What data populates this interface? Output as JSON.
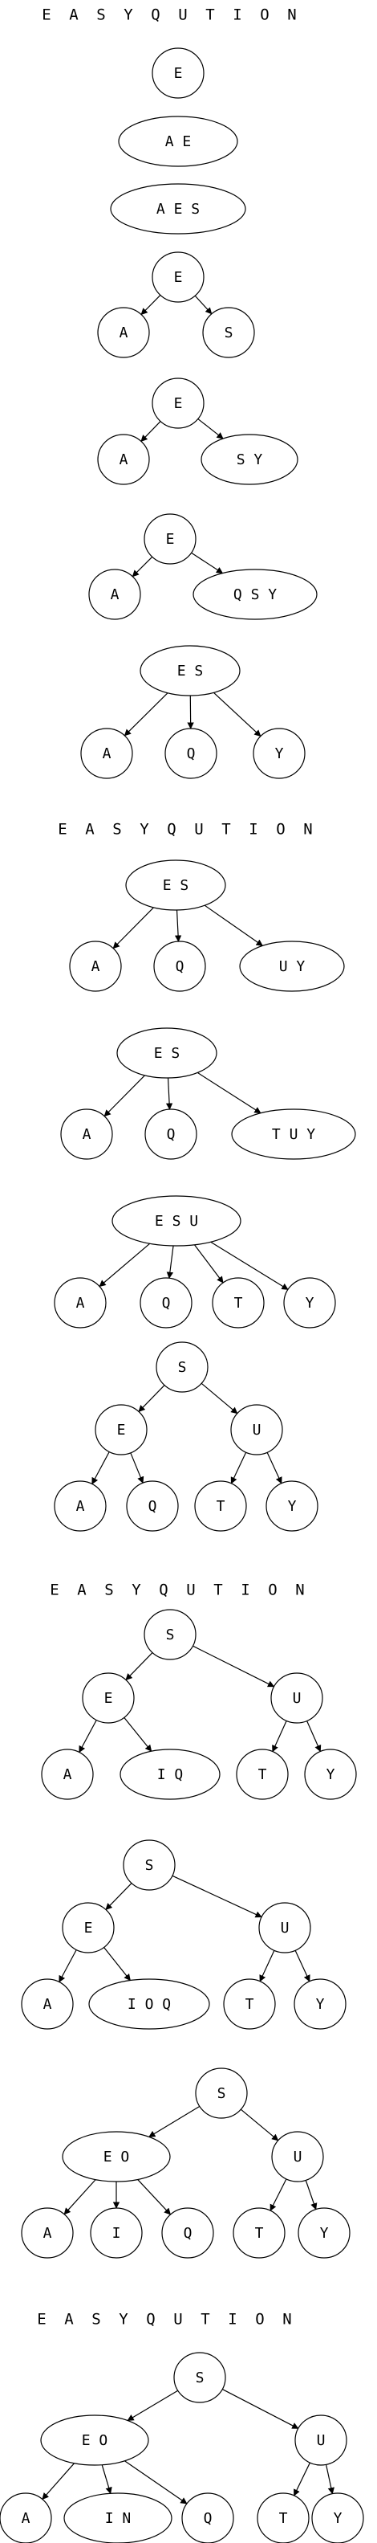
{
  "sequences": [
    {
      "id": 0,
      "text": "E A S Y Q U T I O N"
    },
    {
      "id": 1,
      "text": "E A S Y Q U T I O N"
    },
    {
      "id": 2,
      "text": "E A S Y Q U T I O N"
    },
    {
      "id": 3,
      "text": "E A S Y Q U T I O N"
    }
  ],
  "trees": [
    {
      "id": 0,
      "nodes": [
        {
          "id": "r",
          "label": "E"
        }
      ],
      "edges": []
    },
    {
      "id": 1,
      "nodes": [
        {
          "id": "r",
          "label": "A E"
        }
      ],
      "edges": []
    },
    {
      "id": 2,
      "nodes": [
        {
          "id": "r",
          "label": "A E S"
        }
      ],
      "edges": []
    },
    {
      "id": 3,
      "nodes": [
        {
          "id": "r",
          "label": "E"
        },
        {
          "id": "a",
          "label": "A"
        },
        {
          "id": "b",
          "label": "S"
        }
      ],
      "edges": [
        [
          "r",
          "a"
        ],
        [
          "r",
          "b"
        ]
      ]
    },
    {
      "id": 4,
      "nodes": [
        {
          "id": "r",
          "label": "E"
        },
        {
          "id": "a",
          "label": "A"
        },
        {
          "id": "b",
          "label": "S Y"
        }
      ],
      "edges": [
        [
          "r",
          "a"
        ],
        [
          "r",
          "b"
        ]
      ]
    },
    {
      "id": 5,
      "nodes": [
        {
          "id": "r",
          "label": "E"
        },
        {
          "id": "a",
          "label": "A"
        },
        {
          "id": "b",
          "label": "Q S Y"
        }
      ],
      "edges": [
        [
          "r",
          "a"
        ],
        [
          "r",
          "b"
        ]
      ]
    },
    {
      "id": 6,
      "nodes": [
        {
          "id": "r",
          "label": "E S"
        },
        {
          "id": "a",
          "label": "A"
        },
        {
          "id": "b",
          "label": "Q"
        },
        {
          "id": "c",
          "label": "Y"
        }
      ],
      "edges": [
        [
          "r",
          "a"
        ],
        [
          "r",
          "b"
        ],
        [
          "r",
          "c"
        ]
      ]
    },
    {
      "id": 7,
      "nodes": [
        {
          "id": "r",
          "label": "E S"
        },
        {
          "id": "a",
          "label": "A"
        },
        {
          "id": "b",
          "label": "Q"
        },
        {
          "id": "c",
          "label": "U Y"
        }
      ],
      "edges": [
        [
          "r",
          "a"
        ],
        [
          "r",
          "b"
        ],
        [
          "r",
          "c"
        ]
      ]
    },
    {
      "id": 8,
      "nodes": [
        {
          "id": "r",
          "label": "E S"
        },
        {
          "id": "a",
          "label": "A"
        },
        {
          "id": "b",
          "label": "Q"
        },
        {
          "id": "c",
          "label": "T U Y"
        }
      ],
      "edges": [
        [
          "r",
          "a"
        ],
        [
          "r",
          "b"
        ],
        [
          "r",
          "c"
        ]
      ]
    },
    {
      "id": 9,
      "nodes": [
        {
          "id": "r",
          "label": "E S U"
        },
        {
          "id": "a",
          "label": "A"
        },
        {
          "id": "b",
          "label": "Q"
        },
        {
          "id": "c",
          "label": "T"
        },
        {
          "id": "d",
          "label": "Y"
        }
      ],
      "edges": [
        [
          "r",
          "a"
        ],
        [
          "r",
          "b"
        ],
        [
          "r",
          "c"
        ],
        [
          "r",
          "d"
        ]
      ]
    },
    {
      "id": 10,
      "nodes": [
        {
          "id": "r",
          "label": "S"
        },
        {
          "id": "e",
          "label": "E"
        },
        {
          "id": "u",
          "label": "U"
        },
        {
          "id": "a",
          "label": "A"
        },
        {
          "id": "q",
          "label": "Q"
        },
        {
          "id": "t",
          "label": "T"
        },
        {
          "id": "y",
          "label": "Y"
        }
      ],
      "edges": [
        [
          "r",
          "e"
        ],
        [
          "r",
          "u"
        ],
        [
          "e",
          "a"
        ],
        [
          "e",
          "q"
        ],
        [
          "u",
          "t"
        ],
        [
          "u",
          "y"
        ]
      ]
    },
    {
      "id": 11,
      "nodes": [
        {
          "id": "r",
          "label": "S"
        },
        {
          "id": "e",
          "label": "E"
        },
        {
          "id": "u",
          "label": "U"
        },
        {
          "id": "a",
          "label": "A"
        },
        {
          "id": "q",
          "label": "I Q"
        },
        {
          "id": "t",
          "label": "T"
        },
        {
          "id": "y",
          "label": "Y"
        }
      ],
      "edges": [
        [
          "r",
          "e"
        ],
        [
          "r",
          "u"
        ],
        [
          "e",
          "a"
        ],
        [
          "e",
          "q"
        ],
        [
          "u",
          "t"
        ],
        [
          "u",
          "y"
        ]
      ]
    },
    {
      "id": 12,
      "nodes": [
        {
          "id": "r",
          "label": "S"
        },
        {
          "id": "e",
          "label": "E"
        },
        {
          "id": "u",
          "label": "U"
        },
        {
          "id": "a",
          "label": "A"
        },
        {
          "id": "q",
          "label": "I O Q"
        },
        {
          "id": "t",
          "label": "T"
        },
        {
          "id": "y",
          "label": "Y"
        }
      ],
      "edges": [
        [
          "r",
          "e"
        ],
        [
          "r",
          "u"
        ],
        [
          "e",
          "a"
        ],
        [
          "e",
          "q"
        ],
        [
          "u",
          "t"
        ],
        [
          "u",
          "y"
        ]
      ]
    },
    {
      "id": 13,
      "nodes": [
        {
          "id": "r",
          "label": "S"
        },
        {
          "id": "e",
          "label": "E O"
        },
        {
          "id": "u",
          "label": "U"
        },
        {
          "id": "a",
          "label": "A"
        },
        {
          "id": "i",
          "label": "I"
        },
        {
          "id": "q",
          "label": "Q"
        },
        {
          "id": "t",
          "label": "T"
        },
        {
          "id": "y",
          "label": "Y"
        }
      ],
      "edges": [
        [
          "r",
          "e"
        ],
        [
          "r",
          "u"
        ],
        [
          "e",
          "a"
        ],
        [
          "e",
          "i"
        ],
        [
          "e",
          "q"
        ],
        [
          "u",
          "t"
        ],
        [
          "u",
          "y"
        ]
      ]
    },
    {
      "id": 14,
      "nodes": [
        {
          "id": "r",
          "label": "S"
        },
        {
          "id": "e",
          "label": "E O"
        },
        {
          "id": "u",
          "label": "U"
        },
        {
          "id": "a",
          "label": "A"
        },
        {
          "id": "i",
          "label": "I N"
        },
        {
          "id": "q",
          "label": "Q"
        },
        {
          "id": "t",
          "label": "T"
        },
        {
          "id": "y",
          "label": "Y"
        }
      ],
      "edges": [
        [
          "r",
          "e"
        ],
        [
          "r",
          "u"
        ],
        [
          "e",
          "a"
        ],
        [
          "e",
          "i"
        ],
        [
          "e",
          "q"
        ],
        [
          "u",
          "t"
        ],
        [
          "u",
          "y"
        ]
      ]
    }
  ]
}
